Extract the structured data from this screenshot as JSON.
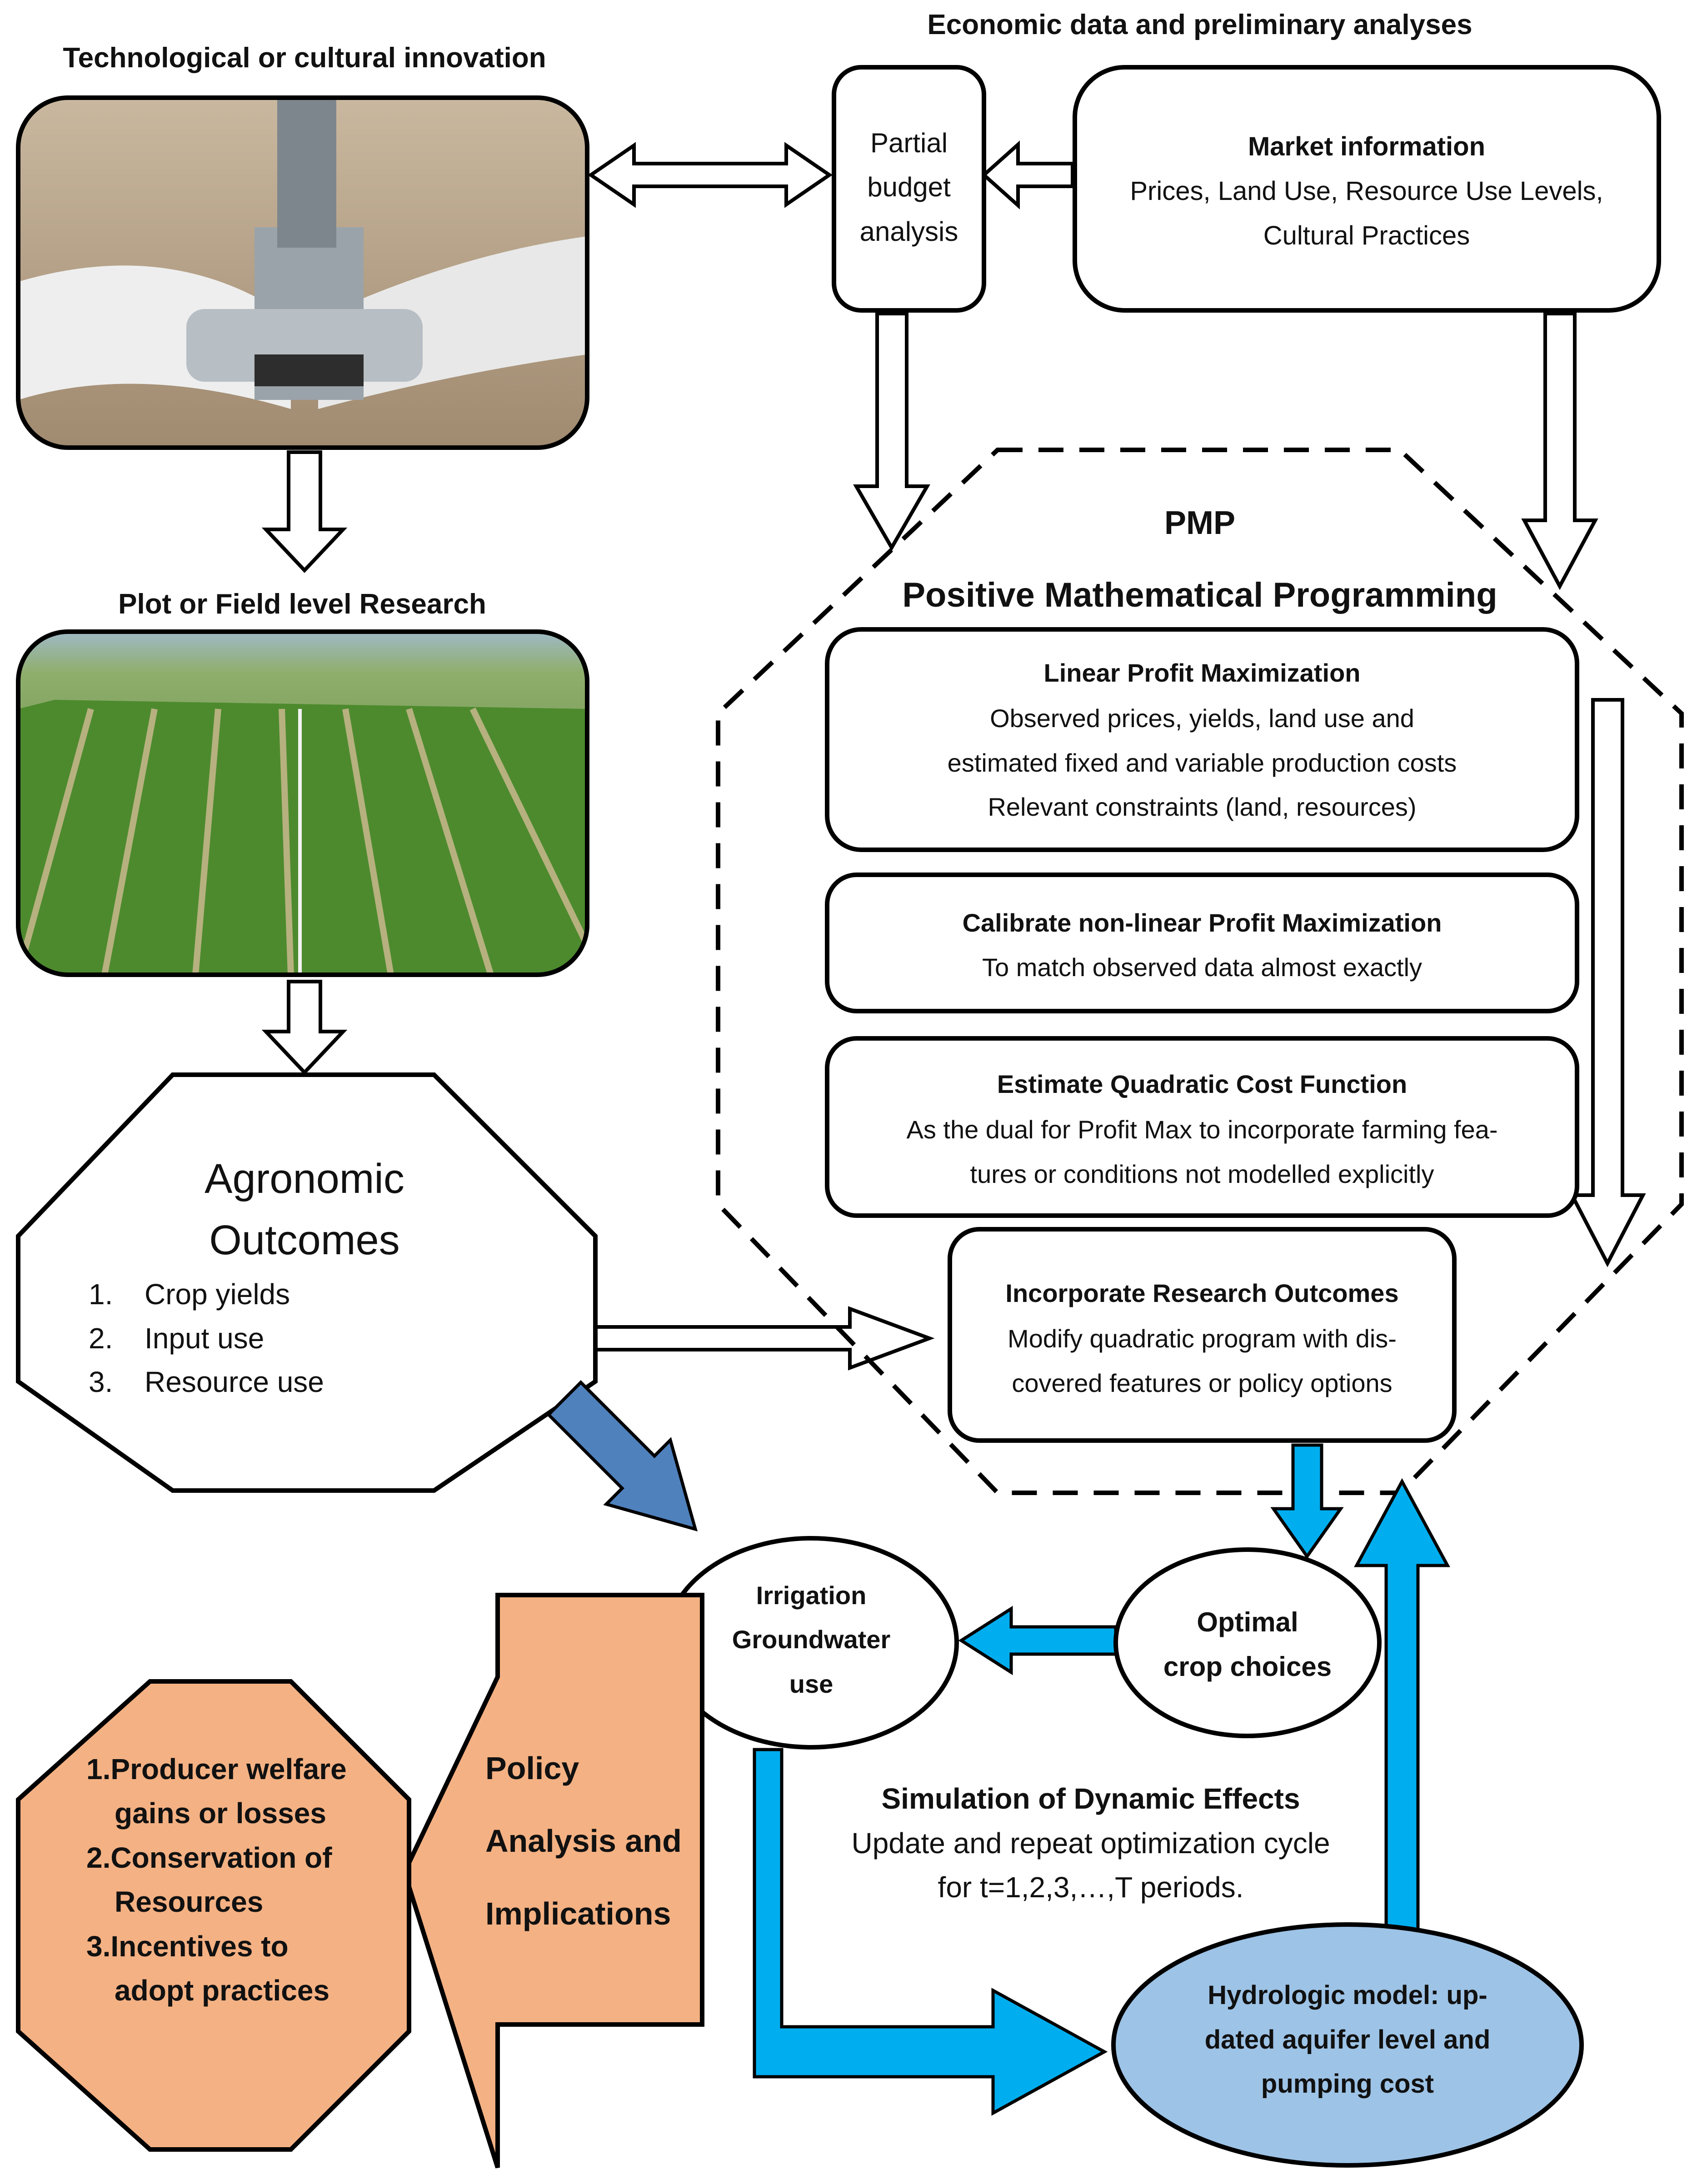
{
  "innovation": {
    "title": "Technological or cultural innovation"
  },
  "economic": {
    "title": "Economic data and preliminary analyses"
  },
  "partial_budget": {
    "lines": [
      "Partial",
      "budget",
      "analysis"
    ]
  },
  "market": {
    "title": "Market information",
    "lines": [
      "Prices, Land Use, Resource Use Levels,",
      "Cultural Practices"
    ]
  },
  "plot_research": {
    "title": "Plot or Field level Research"
  },
  "pmp": {
    "abbr": "PMP",
    "full": "Positive Mathematical Programming",
    "linear": {
      "title": "Linear Profit Maximization",
      "lines": [
        "Observed prices, yields, land use and",
        "estimated fixed and variable production costs",
        "Relevant constraints (land, resources)"
      ]
    },
    "calibrate": {
      "title": "Calibrate non-linear Profit Maximization",
      "lines": [
        "To match observed data almost exactly"
      ]
    },
    "quadratic": {
      "title": "Estimate Quadratic Cost Function",
      "lines": [
        "As the dual for Profit Max to incorporate farming fea-",
        "tures or conditions not modelled explicitly"
      ]
    },
    "incorporate": {
      "title": "Incorporate Research Outcomes",
      "lines": [
        "Modify quadratic program with dis-",
        "covered features or policy options"
      ]
    }
  },
  "agronomic": {
    "title_lines": [
      "Agronomic",
      "Outcomes"
    ],
    "items": [
      {
        "num": "1.",
        "label": "Crop yields"
      },
      {
        "num": "2.",
        "label": "Input use"
      },
      {
        "num": "3.",
        "label": "Resource use"
      }
    ]
  },
  "irrigation": {
    "lines": [
      "Irrigation",
      "Groundwater",
      "use"
    ]
  },
  "optimal": {
    "lines": [
      "Optimal",
      "crop choices"
    ]
  },
  "simulation": {
    "title": "Simulation of Dynamic Effects",
    "lines": [
      "Update and repeat optimization cycle",
      "for t=1,2,3,…,T periods."
    ]
  },
  "hydrologic": {
    "lines": [
      "Hydrologic model: up-",
      "dated aquifer level and",
      "pumping cost"
    ]
  },
  "outcomes": {
    "lines": [
      "1.Producer welfare",
      "gains or losses",
      "2.Conservation of",
      "Resources",
      "3.Incentives to",
      "adopt practices"
    ]
  },
  "policy": {
    "lines": [
      "Policy",
      "Analysis and",
      "Implications"
    ]
  },
  "colors": {
    "blue_arrow": "#00aeef",
    "blue_diag_arrow": "#4f81bd",
    "hydro_fill": "#9dc3e6",
    "orange_fill": "#f4b183",
    "photo_sand": "#b9a58c",
    "photo_field": "#5e9a3a"
  },
  "icons": {
    "photo_innovation": "irrigation-pipe-photo",
    "photo_field": "crop-field-aerial-photo"
  }
}
